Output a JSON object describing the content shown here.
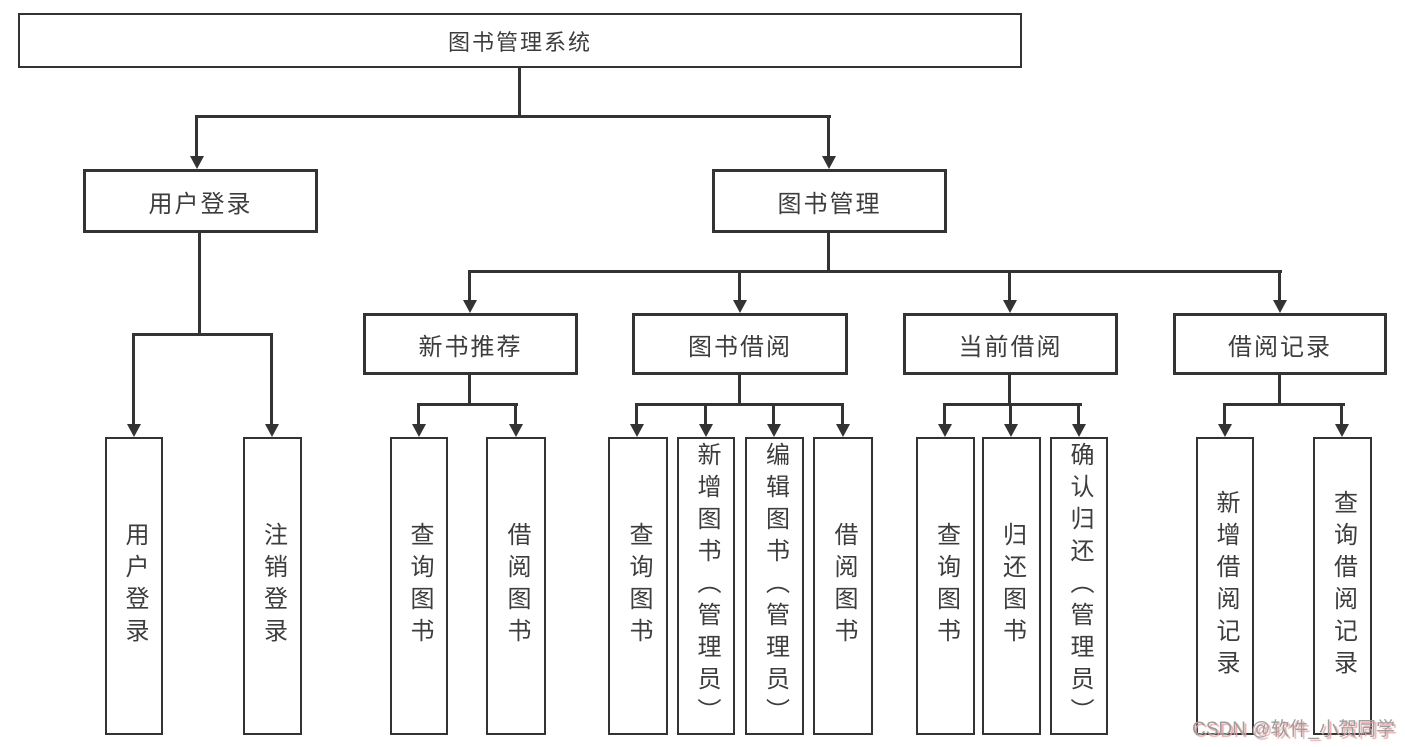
{
  "diagram_title": "图书管理系统",
  "tree": {
    "root": {
      "label": "图书管理系统",
      "children": [
        {
          "label": "用户登录",
          "children": [
            {
              "label": "用户登录"
            },
            {
              "label": "注销登录"
            }
          ]
        },
        {
          "label": "图书管理",
          "children": [
            {
              "label": "新书推荐",
              "children": [
                {
                  "label": "查询图书"
                },
                {
                  "label": "借阅图书"
                }
              ]
            },
            {
              "label": "图书借阅",
              "children": [
                {
                  "label": "查询图书"
                },
                {
                  "label": "新增图书（管理员）"
                },
                {
                  "label": "编辑图书（管理员）"
                },
                {
                  "label": "借阅图书"
                }
              ]
            },
            {
              "label": "当前借阅",
              "children": [
                {
                  "label": "查询图书"
                },
                {
                  "label": "归还图书"
                },
                {
                  "label": "确认归还（管理员）"
                }
              ]
            },
            {
              "label": "借阅记录",
              "children": [
                {
                  "label": "新增借阅记录"
                },
                {
                  "label": "查询借阅记录"
                }
              ]
            }
          ]
        }
      ]
    }
  },
  "watermark": {
    "text": "CSDN @软件_小贺同学"
  },
  "colors": {
    "line": "#333333",
    "text": "#3d3d3d",
    "background": "#ffffff",
    "watermark_text": "#9e9e9e",
    "watermark_shadow": "#e8a5a5"
  }
}
